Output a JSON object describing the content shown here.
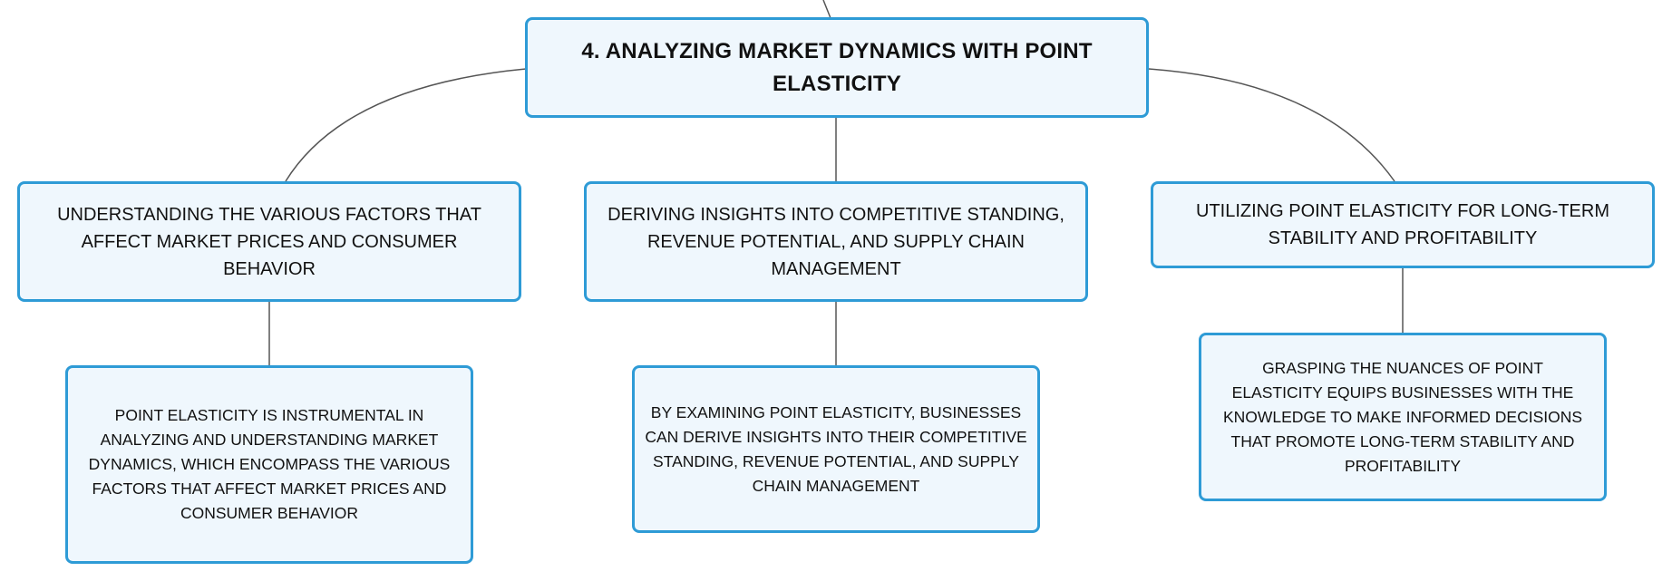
{
  "root": {
    "title": "4. ANALYZING MARKET DYNAMICS WITH POINT ELASTICITY"
  },
  "branches": [
    {
      "label": "UNDERSTANDING THE VARIOUS FACTORS THAT AFFECT MARKET PRICES AND CONSUMER BEHAVIOR",
      "detail": "POINT ELASTICITY IS INSTRUMENTAL IN ANALYZING AND UNDERSTANDING MARKET DYNAMICS, WHICH ENCOMPASS THE VARIOUS FACTORS THAT AFFECT MARKET PRICES AND CONSUMER BEHAVIOR"
    },
    {
      "label": "DERIVING INSIGHTS INTO COMPETITIVE STANDING, REVENUE POTENTIAL, AND SUPPLY CHAIN MANAGEMENT",
      "detail": "BY EXAMINING POINT ELASTICITY, BUSINESSES CAN DERIVE INSIGHTS INTO THEIR COMPETITIVE STANDING, REVENUE POTENTIAL, AND SUPPLY CHAIN MANAGEMENT"
    },
    {
      "label": "UTILIZING POINT ELASTICITY FOR LONG-TERM STABILITY AND PROFITABILITY",
      "detail": "GRASPING THE NUANCES OF POINT ELASTICITY EQUIPS BUSINESSES WITH THE KNOWLEDGE TO MAKE INFORMED DECISIONS THAT PROMOTE LONG-TERM STABILITY AND PROFITABILITY"
    }
  ],
  "colors": {
    "border": "#2e9bd6",
    "fill": "#eff7fd",
    "connector": "#555555"
  }
}
